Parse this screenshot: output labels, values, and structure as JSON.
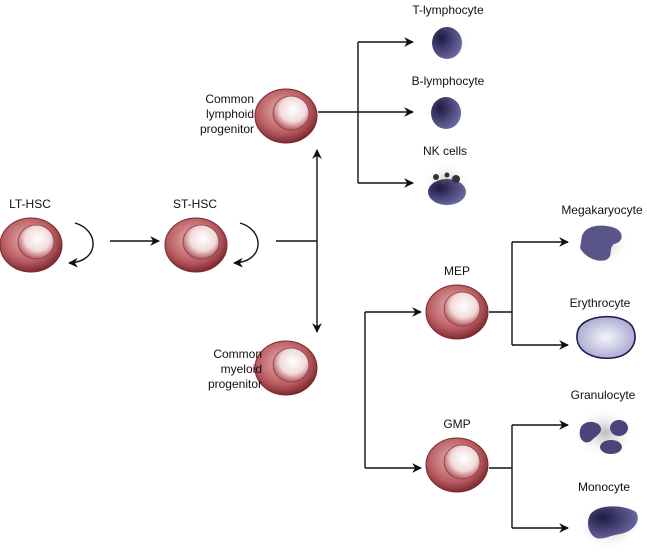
{
  "labels": {
    "lt_hsc": "LT-HSC",
    "st_hsc": "ST-HSC",
    "clp": [
      "Common",
      "lymphoid",
      "progenitor"
    ],
    "cmp": [
      "Common",
      "myeloid",
      "progenitor"
    ],
    "mep": "MEP",
    "gmp": "GMP",
    "t_lymphocyte": "T-lymphocyte",
    "b_lymphocyte": "B-lymphocyte",
    "nk_cells": "NK cells",
    "megakaryocyte": "Megakaryocyte",
    "erythrocyte": "Erythrocyte",
    "granulocyte": "Granulocyte",
    "monocyte": "Monocyte"
  },
  "colors": {
    "progenitor_cell": "#a8464c",
    "mature_nucleus": "#4a4578",
    "erythrocyte_fill": "#c9c8e2",
    "line": "#111111"
  }
}
